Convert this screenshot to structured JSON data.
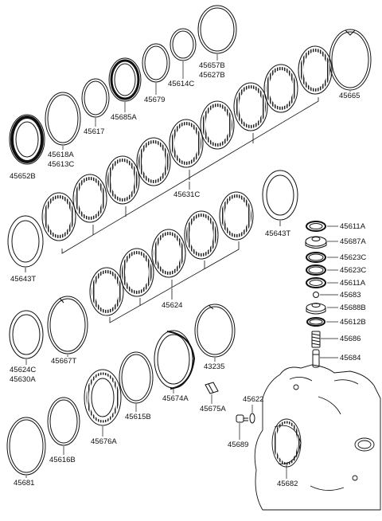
{
  "parts": {
    "p45657B": "45657B",
    "p45627B": "45627B",
    "p45614C": "45614C",
    "p45679": "45679",
    "p45685A": "45685A",
    "p45617": "45617",
    "p45618A": "45618A",
    "p45613C": "45613C",
    "p45652B": "45652B",
    "p45665": "45665",
    "p45631C": "45631C",
    "p45643T_top": "45643T",
    "p45643T_left": "45643T",
    "p45624": "45624",
    "p45611A_1": "45611A",
    "p45687A": "45687A",
    "p45623C_1": "45623C",
    "p45623C_2": "45623C",
    "p45611A_2": "45611A",
    "p45683": "45683",
    "p45688B": "45688B",
    "p45612B": "45612B",
    "p45686": "45686",
    "p45684": "45684",
    "p45624C": "45624C",
    "p45630A": "45630A",
    "p45667T": "45667T",
    "p43235": "43235",
    "p45674A": "45674A",
    "p45675A": "45675A",
    "p45615B": "45615B",
    "p45622": "45622",
    "p45676A": "45676A",
    "p45689": "45689",
    "p45616B": "45616B",
    "p45681": "45681",
    "p45682": "45682"
  }
}
